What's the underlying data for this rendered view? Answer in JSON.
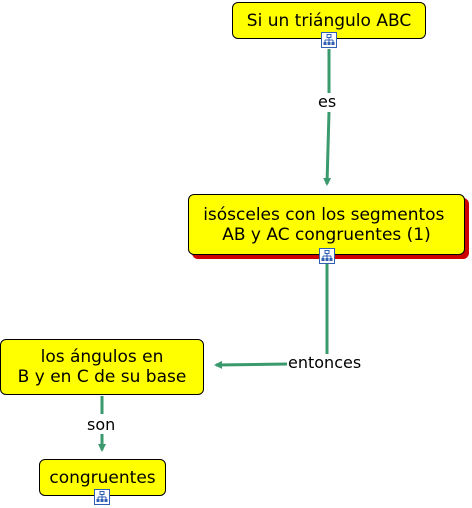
{
  "nodes": {
    "n1": {
      "label": "Si un triángulo ABC"
    },
    "n2": {
      "label": "isósceles con los segmentos \nAB y AC congruentes (1)"
    },
    "n3": {
      "label": "los ángulos en\nB y en C de su base"
    },
    "n4": {
      "label": "congruentes"
    }
  },
  "links": {
    "l1": {
      "label": "es"
    },
    "l2": {
      "label": "entonces"
    },
    "l3": {
      "label": "son"
    }
  },
  "icons": {
    "resource": "hierarchy-resource-icon"
  },
  "colors": {
    "node_fill": "#ffff00",
    "node_border": "#000000",
    "link": "#3a9a6e",
    "shadow": "#cc0000",
    "icon_border": "#2f5fb3"
  }
}
